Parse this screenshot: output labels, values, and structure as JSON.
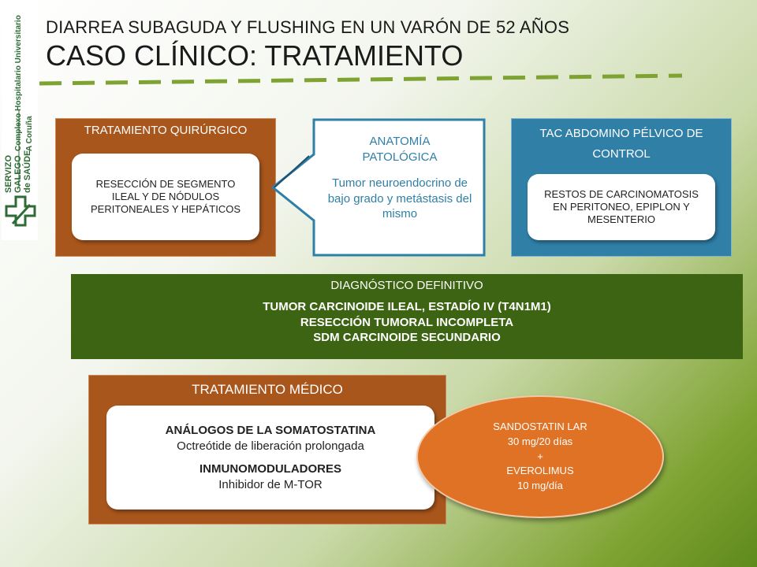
{
  "logo": {
    "line1": "SERVIZO",
    "line2": "GALEGO",
    "line3": "de SAÚDE",
    "line4": "Complexo Hospitalario Universitario",
    "line5": "A Coruña"
  },
  "header": {
    "subtitle": "DIARREA SUBAGUDA Y FLUSHING EN UN VARÓN DE 52 AÑOS",
    "title": "CASO CLÍNICO: TRATAMIENTO"
  },
  "surgical": {
    "heading": "TRATAMIENTO QUIRÚRGICO",
    "body": "RESECCIÓN DE SEGMENTO ILEAL Y DE NÓDULOS PERITONEALES Y HEPÁTICOS"
  },
  "pathology": {
    "heading": "ANATOMÍA PATOLÓGICA",
    "body": "Tumor neuroendocrino de bajo grado y metástasis del mismo"
  },
  "ct": {
    "heading": "TAC ABDOMINO PÉLVICO DE CONTROL",
    "body": "RESTOS DE CARCINOMATOSIS EN PERITONEO, EPIPLON Y MESENTERIO"
  },
  "diagnosis": {
    "heading": "DIAGNÓSTICO DEFINITIVO",
    "line1": "TUMOR CARCINOIDE ILEAL, ESTADÍO IV (T4N1M1)",
    "line2": "RESECCIÓN TUMORAL INCOMPLETA",
    "line3": "SDM CARCINOIDE SECUNDARIO"
  },
  "medical": {
    "heading": "TRATAMIENTO MÉDICO",
    "item1_title": "ANÁLOGOS DE LA SOMATOSTATINA",
    "item1_desc": "Octreótide de liberación prolongada",
    "item2_title": "INMUNOMODULADORES",
    "item2_desc": "Inhibidor de M-TOR"
  },
  "dosing": {
    "line1": "SANDOSTATIN LAR",
    "line2": "30 mg/20 días",
    "line3": "+",
    "line4": "EVEROLIMUS",
    "line5": "10 mg/día"
  },
  "colors": {
    "brown": "#a8561c",
    "blue": "#2f7fa7",
    "dark_green": "#3c6412",
    "orange": "#df7224",
    "logo_green": "#2e6b35"
  }
}
